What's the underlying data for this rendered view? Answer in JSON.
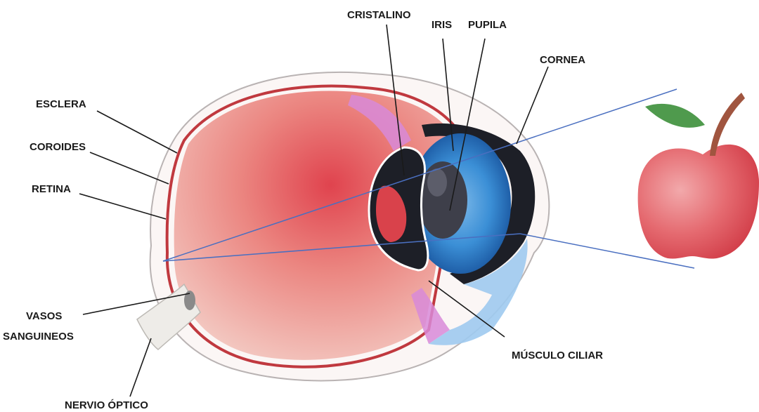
{
  "labels": {
    "cristalino": "CRISTALINO",
    "iris": "IRIS",
    "pupila": "PUPILA",
    "cornea": "CORNEA",
    "esclera": "ESCLERA",
    "coroides": "COROIDES",
    "retina": "RETINA",
    "vasos_line1": "VASOS",
    "vasos_line2": "SANGUINEOS",
    "musculo": "MÚSCULO CILIAR",
    "nervio": "NERVIO ÓPTICO"
  },
  "colors": {
    "eyeball_fill": "#e9938f",
    "eyeball_dark": "#d9424b",
    "choroid": "#c0393f",
    "lens_dark": "#202028",
    "iris_blue": "#3b8fd6",
    "ciliary_pink": "#d88ad8",
    "apple_red": "#e0545c",
    "leaf_green": "#4f9a4d",
    "stem_brown": "#a0553f",
    "ray_blue": "#4a6fc0"
  }
}
